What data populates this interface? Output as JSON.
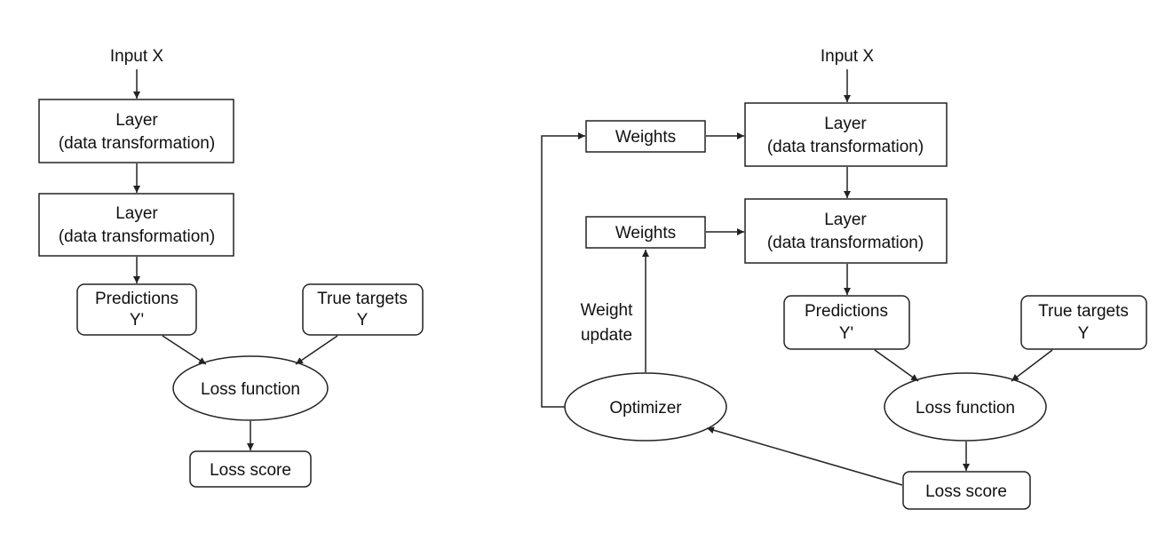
{
  "left": {
    "input": "Input X",
    "layer1": {
      "line1": "Layer",
      "line2": "(data transformation)"
    },
    "layer2": {
      "line1": "Layer",
      "line2": "(data transformation)"
    },
    "predictions": {
      "line1": "Predictions",
      "line2": "Y'"
    },
    "true_targets": {
      "line1": "True targets",
      "line2": "Y"
    },
    "loss_function": "Loss function",
    "loss_score": "Loss score"
  },
  "right": {
    "input": "Input X",
    "weights1": "Weights",
    "weights2": "Weights",
    "layer1": {
      "line1": "Layer",
      "line2": "(data transformation)"
    },
    "layer2": {
      "line1": "Layer",
      "line2": "(data transformation)"
    },
    "weight_update": {
      "line1": "Weight",
      "line2": "update"
    },
    "predictions": {
      "line1": "Predictions",
      "line2": "Y'"
    },
    "true_targets": {
      "line1": "True targets",
      "line2": "Y"
    },
    "optimizer": "Optimizer",
    "loss_function": "Loss function",
    "loss_score": "Loss score"
  }
}
